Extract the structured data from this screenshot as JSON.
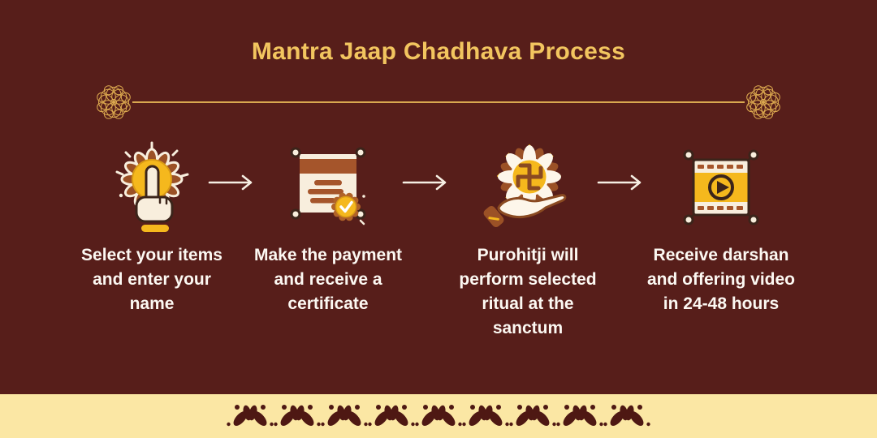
{
  "title": "Mantra Jaap Chadhava Process",
  "colors": {
    "background": "#571E1A",
    "title_gold": "#F2C55F",
    "divider_gold": "#D9A850",
    "caption_white": "#FCF8F2",
    "band_cream": "#FBE7A4",
    "icon_cream": "#F8EEDD",
    "icon_brown": "#A5552B",
    "icon_dark_brown": "#9B5126",
    "icon_gold": "#F5B81D",
    "icon_outline": "#3B241A"
  },
  "divider": {
    "left_ornament": "rosette-ornament-icon",
    "right_ornament": "rosette-ornament-icon"
  },
  "steps": [
    {
      "icon": "tap-select-icon",
      "caption_lines": [
        "Select your items",
        "and enter your",
        "name"
      ]
    },
    {
      "icon": "payment-certificate-icon",
      "caption_lines": [
        "Make the payment",
        "and receive a",
        "certificate"
      ]
    },
    {
      "icon": "ritual-offering-hand-icon",
      "caption_lines": [
        "Purohitji will",
        "perform selected",
        "ritual at the",
        "sanctum"
      ]
    },
    {
      "icon": "darshan-video-icon",
      "caption_lines": [
        "Receive darshan",
        "and offering video",
        "in 24-48 hours"
      ]
    }
  ],
  "arrows": {
    "count": 3,
    "icon": "right-arrow-icon"
  },
  "footer": {
    "motif": "petal-border-motif-icon",
    "motif_repeats": 9
  }
}
